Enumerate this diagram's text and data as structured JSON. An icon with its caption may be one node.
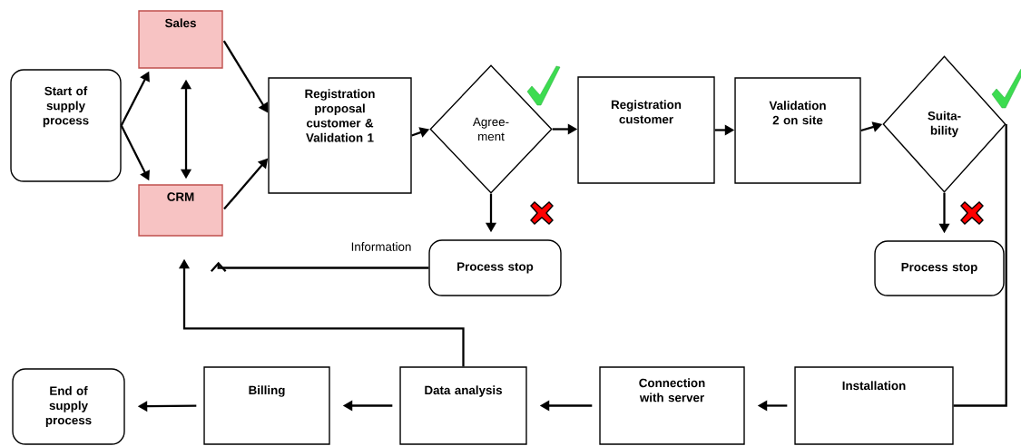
{
  "diagram": {
    "nodes": [
      {
        "text": [
          "Start of supply process"
        ]
      },
      {
        "text": [
          "Sales"
        ]
      },
      {
        "text": [
          "CRM"
        ]
      },
      {
        "text": [
          "Registration proposal customer & Validation 1"
        ]
      },
      {
        "text": [
          "Agree- ment"
        ]
      },
      {
        "text": [
          "Registration customer"
        ]
      },
      {
        "text": [
          "Validation 2 on site"
        ]
      },
      {
        "text": [
          "Suita- bility"
        ]
      },
      {
        "text": [
          "Process stop"
        ]
      },
      {
        "text": [
          "Process stop"
        ]
      },
      {
        "text": [
          "Installation"
        ]
      },
      {
        "text": [
          "Connection with server"
        ]
      },
      {
        "text": [
          "Data analysis"
        ]
      },
      {
        "text": [
          "Billing"
        ]
      },
      {
        "text": [
          "End of supply process"
        ]
      }
    ],
    "edges": [
      {
        "from": 0,
        "to": 1,
        "arrow": "to"
      },
      {
        "from": 0,
        "to": 2,
        "arrow": "to"
      },
      {
        "from": 1,
        "to": 2,
        "arrow": "both"
      },
      {
        "from": 1,
        "to": 3,
        "arrow": "to"
      },
      {
        "from": 2,
        "to": 3,
        "arrow": "to"
      },
      {
        "from": 3,
        "to": 4,
        "arrow": "to"
      },
      {
        "from": 4,
        "to": 5,
        "arrow": "to"
      },
      {
        "from": 5,
        "to": 6,
        "arrow": "to"
      },
      {
        "from": 6,
        "to": 7,
        "arrow": "to"
      },
      {
        "from": 4,
        "to": 8,
        "arrow": "to"
      },
      {
        "from": 7,
        "to": 9,
        "arrow": "to"
      },
      {
        "from": 7,
        "to": 10,
        "arrow": "none"
      },
      {
        "from": 10,
        "to": 11,
        "arrow": "to"
      },
      {
        "from": 11,
        "to": 12,
        "arrow": "to"
      },
      {
        "from": 12,
        "to": 13,
        "arrow": "to"
      },
      {
        "from": 13,
        "to": 14,
        "arrow": "to"
      },
      {
        "from": 12,
        "to": 2,
        "arrow": "to"
      },
      {
        "from": 8,
        "to": 2,
        "arrow": "to",
        "label": "Information"
      }
    ]
  }
}
